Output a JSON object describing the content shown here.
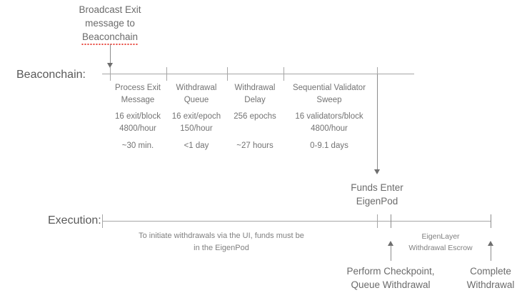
{
  "diagram": {
    "top_callout": {
      "line1": "Broadcast Exit",
      "line2": "message to",
      "line3": "Beaconchain"
    },
    "beaconchain": {
      "row_label": "Beaconchain:",
      "segments": [
        {
          "title_line1": "Process Exit",
          "title_line2": "Message",
          "rate_line1": "16 exit/block",
          "rate_line2": "4800/hour",
          "duration": "~30 min."
        },
        {
          "title_line1": "Withdrawal",
          "title_line2": "Queue",
          "rate_line1": "16 exit/epoch",
          "rate_line2": "150/hour",
          "duration": "<1 day"
        },
        {
          "title_line1": "Withdrawal",
          "title_line2": "Delay",
          "rate_line1": "256 epochs",
          "rate_line2": "",
          "duration": "~27 hours"
        },
        {
          "title_line1": "Sequential Validator",
          "title_line2": "Sweep",
          "rate_line1": "16 validators/block",
          "rate_line2": "4800/hour",
          "duration": "0-9.1 days"
        }
      ]
    },
    "funds_enter": {
      "line1": "Funds Enter",
      "line2": "EigenPod"
    },
    "execution": {
      "row_label": "Execution:",
      "note_line1": "To initiate withdrawals via the UI, funds must be",
      "note_line2": "in the EigenPod",
      "escrow_line1": "EigenLayer",
      "escrow_line2": "Withdrawal Escrow",
      "checkpoint_line1": "Perform Checkpoint,",
      "checkpoint_line2": "Queue Withdrawal",
      "complete_line1": "Complete",
      "complete_line2": "Withdrawal"
    }
  },
  "colors": {
    "line": "#a6a6a6",
    "text": "#737373",
    "heading": "#595959",
    "spellcheck": "#e8453c"
  }
}
